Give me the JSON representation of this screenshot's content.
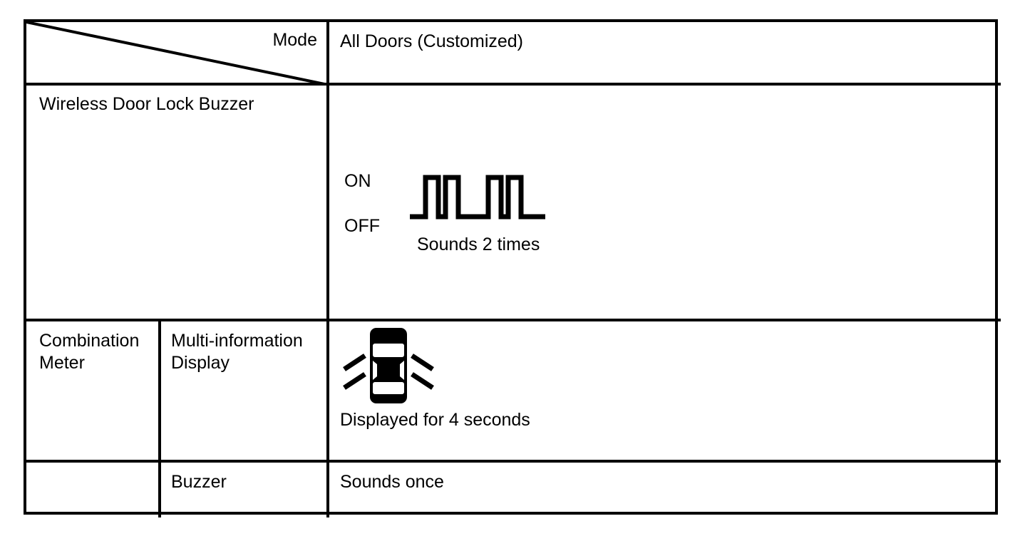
{
  "table": {
    "header": {
      "corner_label": "Mode",
      "mode_value": "All Doors (Customized)"
    },
    "rows": [
      {
        "label": "Wireless Door Lock Buzzer",
        "waveform": {
          "on_label": "ON",
          "off_label": "OFF",
          "caption": "Sounds 2 times",
          "pulse_count": 4,
          "burst_count": 2
        }
      },
      {
        "group_label": "Combination\nMeter",
        "label": "Multi-information\nDisplay",
        "icon_name": "car-lock-indicator-icon",
        "caption": "Displayed for 4 seconds"
      },
      {
        "label": "Buzzer",
        "value": "Sounds once"
      }
    ]
  },
  "colors": {
    "ink": "#000000",
    "paper": "#ffffff"
  }
}
